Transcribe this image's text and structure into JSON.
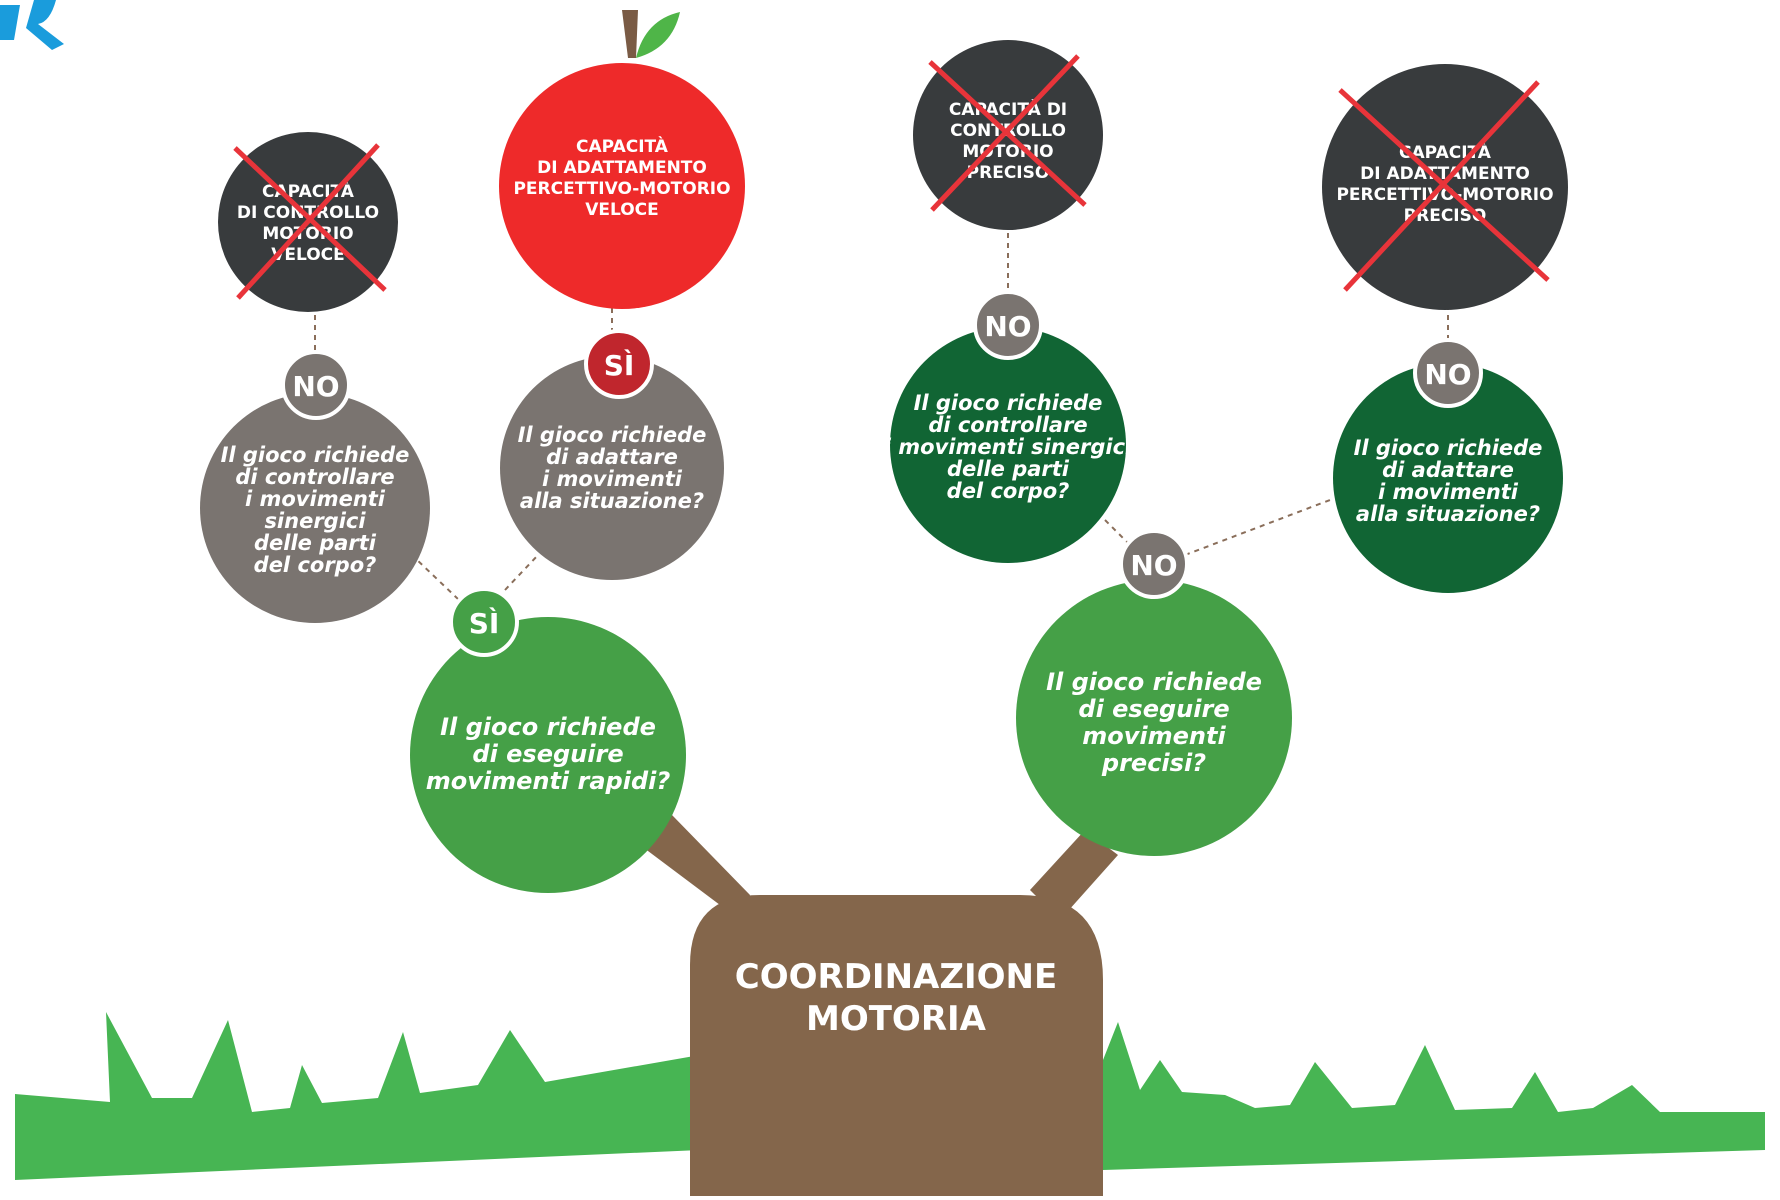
{
  "colors": {
    "trunk": "#84664b",
    "grass": "#47b553",
    "green_light": "#45a047",
    "green_dark": "#116534",
    "grey": "#7a7470",
    "dark": "#383b3d",
    "red": "#ee2a2a",
    "red_badge": "#c0262d",
    "cross": "#e8343a",
    "logo": "#1a9cdc",
    "leaf": "#4fb548",
    "stem": "#7a5b45",
    "dotted": "#8a6e5a"
  },
  "logo": {
    "icon": "brand-logo-icon"
  },
  "trunk": {
    "lines": [
      "COORDINAZIONE",
      "MOTORIA"
    ]
  },
  "questions": {
    "rapid": {
      "lines": [
        "Il gioco richiede",
        "di eseguire",
        "movimenti rapidi?"
      ]
    },
    "precise": {
      "lines": [
        "Il gioco richiede",
        "di eseguire",
        "movimenti",
        "precisi?"
      ]
    },
    "adapt_rapid": {
      "lines": [
        "Il gioco richiede",
        "di adattare",
        "i movimenti",
        "alla situazione?"
      ]
    },
    "control_rapid": {
      "lines": [
        "Il gioco richiede",
        "di controllare",
        "i movimenti",
        "sinergici",
        "delle parti",
        "del corpo?"
      ]
    },
    "control_precise": {
      "lines": [
        "Il gioco richiede",
        "di controllare",
        "i movimenti sinergici",
        "delle parti",
        "del corpo?"
      ]
    },
    "adapt_precise": {
      "lines": [
        "Il gioco richiede",
        "di adattare",
        "i movimenti",
        "alla situazione?"
      ]
    }
  },
  "badges": {
    "si_rapid": "SÌ",
    "si_adapt": "SÌ",
    "no_control_rapid": "NO",
    "no_precise": "NO",
    "no_control_precise": "NO",
    "no_adapt_precise": "NO"
  },
  "results": {
    "control_fast": {
      "lines": [
        "CAPACITÀ",
        "DI CONTROLLO",
        "MOTORIO",
        "VELOCE"
      ],
      "crossed": true
    },
    "adapt_fast": {
      "lines": [
        "CAPACITÀ",
        "DI ADATTAMENTO",
        "PERCETTIVO-MOTORIO",
        "VELOCE"
      ],
      "crossed": false
    },
    "control_precise": {
      "lines": [
        "CAPACITÀ DI",
        "CONTROLLO",
        "MOTORIO",
        "PRECISO"
      ],
      "crossed": true
    },
    "adapt_precise": {
      "lines": [
        "CAPACITÀ",
        "DI ADATTAMENTO",
        "PERCETTIVO-MOTORIO",
        "PRECISO"
      ],
      "crossed": true
    }
  }
}
